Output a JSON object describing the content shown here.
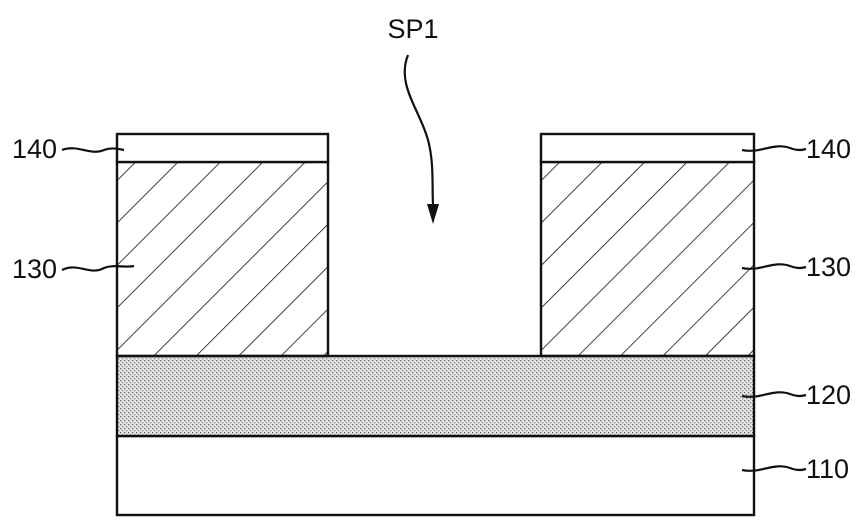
{
  "figure": {
    "space_label": "SP1",
    "layers": {
      "l140": "140",
      "l130": "130",
      "l120": "120",
      "l110": "110"
    }
  }
}
